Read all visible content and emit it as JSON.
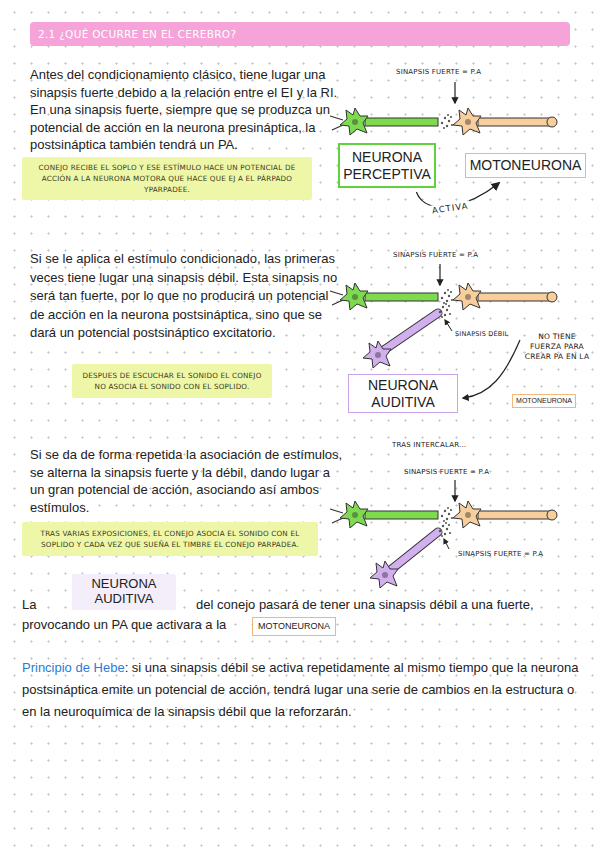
{
  "diagram": {
    "title": "2.1 ¿QUÉ OCURRE EN EL CEREBRO?",
    "nodes": [
      {
        "text": [
          "NEURONA PERCEPTIVA"
        ]
      },
      {
        "text": [
          "MOTONEURONA"
        ]
      },
      {
        "text": [
          "CONEJO RECIBE EL SOPLO Y ESE ESTÍMULO HACE UN POTENCIAL DE ACCIÓN A LA NEURONA MOTORA QUE HACE QUE EJ A EL PÁRPADO YPARPADEE."
        ]
      },
      {
        "text": [
          "DESPUES DE ESCUCHAR EL SONIDO EL CONEJO NO ASOCIA EL SONIDO CON EL SOPLIDO."
        ]
      },
      {
        "text": [
          "NEURONA AUDITIVA"
        ]
      },
      {
        "text": [
          "MOTONEURONA"
        ]
      },
      {
        "text": [
          "TRAS VARIAS EXPOSICIONES, EL CONEJO ASOCIA EL SONIDO CON EL SOPLIDO Y CADA VEZ QUE SUEÑA EL TIMBRE EL CONEJO PARPADEA."
        ]
      },
      {
        "text": [
          "NEURONA AUDITIVA"
        ]
      },
      {
        "text": [
          "MOTONEURONA"
        ]
      }
    ],
    "edges": [
      {
        "from": 0,
        "to": 1,
        "label": "ACTIVA",
        "arrow": "to"
      }
    ],
    "labels": [
      "Antes del condicionamiento clásico, tiene lugar una sinapsis fuerte debido a la relación entre el EI y la RI. En una sinapsis fuerte, siempre que se produzca un potencial de acción en la neurona presináptica, la postsináptica también tendrá un PA.",
      "SINAPSIS FUERTE = P.A",
      "Si se le aplica el estímulo condicionado, las primeras veces tiene lugar una sinapsis débil. Esta sinapsis no será tan fuerte, por lo que no producirá un potencial de acción en la neurona postsináptica, sino que se dará un potencial postsináptico excitatorio.",
      "SINAPSIS FUERTE = P.A",
      "SINAPSIS DÉBIL",
      "NO TIENE FUERZA PARA CREAR PA EN LA",
      "Si se da de forma repetida la asociación de estímulos, se alterna la sinapsis fuerte y la débil, dando lugar a un gran potencial de acción, asociando así ambos estímulos.",
      "TRAS INTERCALAR...",
      "SINAPSIS FUERTE = P.A",
      "SINAPSIS FUERTE = P.A",
      "La",
      "del conejo pasará de tener una sinapsis débil a una fuerte,",
      "provocando un PA que activara a la",
      "Principio de Hebe",
      ": si una sinapsis débil se activa repetidamente al mismo tiempo que la neurona postsináptica emite un potencial de acción, tendrá lugar una serie de cambios en la estructura o en la neuroquímica de la sinapsis débil que la reforzarán."
    ]
  }
}
